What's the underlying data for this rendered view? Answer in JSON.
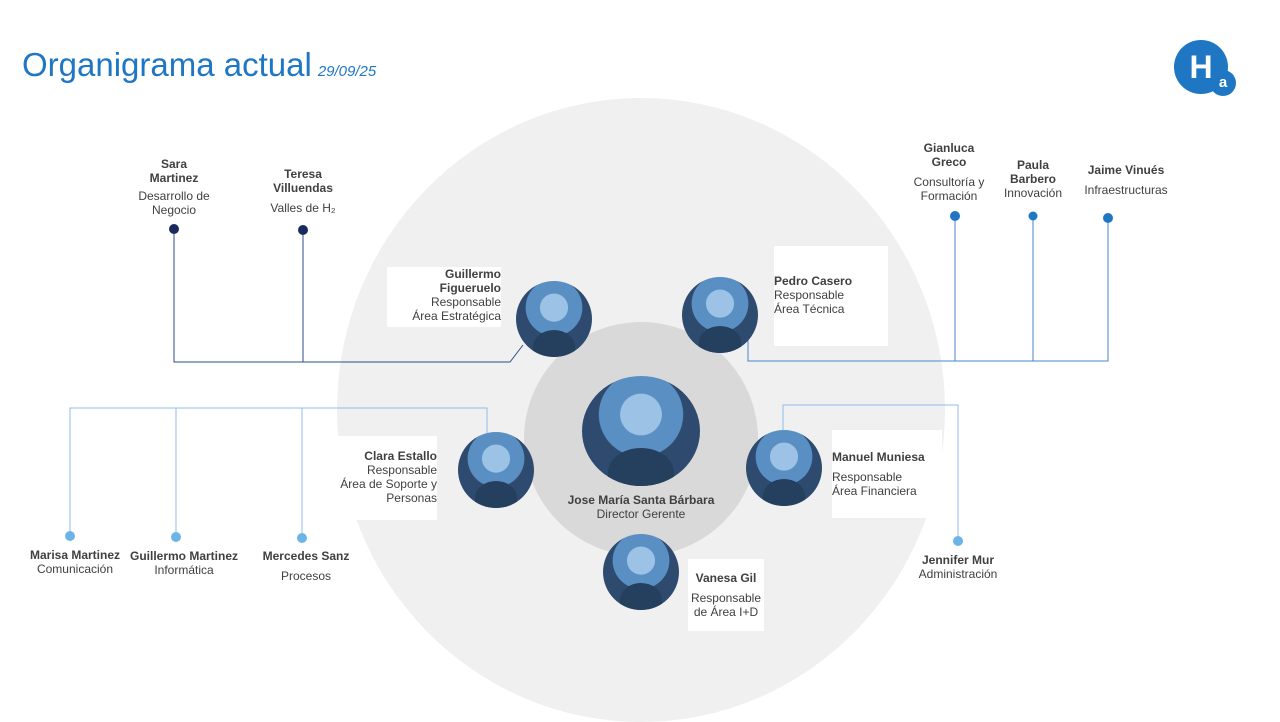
{
  "header": {
    "title": "Organigrama actual",
    "date": "29/09/25",
    "logo": "Ha"
  },
  "director": {
    "name": "Jose María Santa Bárbara",
    "role": "Director Gerente"
  },
  "leads": [
    {
      "name": "Guillermo Figueruelo",
      "role1": "Responsable",
      "role2": "Área Estratégica"
    },
    {
      "name": "Pedro Casero",
      "role1": "Responsable",
      "role2": "Área Técnica"
    },
    {
      "name": "Clara Estallo",
      "role1": "Responsable",
      "role2": "Área de Soporte y",
      "role3": "Personas"
    },
    {
      "name": "Manuel Muniesa",
      "role1": "Responsable",
      "role2": "Área Financiera"
    },
    {
      "name": "Vanesa Gil",
      "role1": "Responsable",
      "role2": "de Área I+D"
    }
  ],
  "staff": [
    {
      "name": "Sara Martinez",
      "area": "Desarrollo de Negocio"
    },
    {
      "name": "Teresa Villuendas",
      "area": "Valles de H₂"
    },
    {
      "name": "Gianluca Greco",
      "area": "Consultoría y Formación"
    },
    {
      "name": "Paula Barbero",
      "area": "Innovación"
    },
    {
      "name": "Jaime Vinués",
      "area": "Infraestructuras"
    },
    {
      "name": "Marisa Martinez",
      "area": "Comunicación"
    },
    {
      "name": "Guillermo Martinez",
      "area": "Informática"
    },
    {
      "name": "Mercedes Sanz",
      "area": "Procesos"
    },
    {
      "name": "Jennifer Mur",
      "area": "Administración"
    }
  ],
  "colors": {
    "accent": "#1f77c4",
    "dark": "#1a2a5e",
    "light": "#6cb4e8"
  }
}
